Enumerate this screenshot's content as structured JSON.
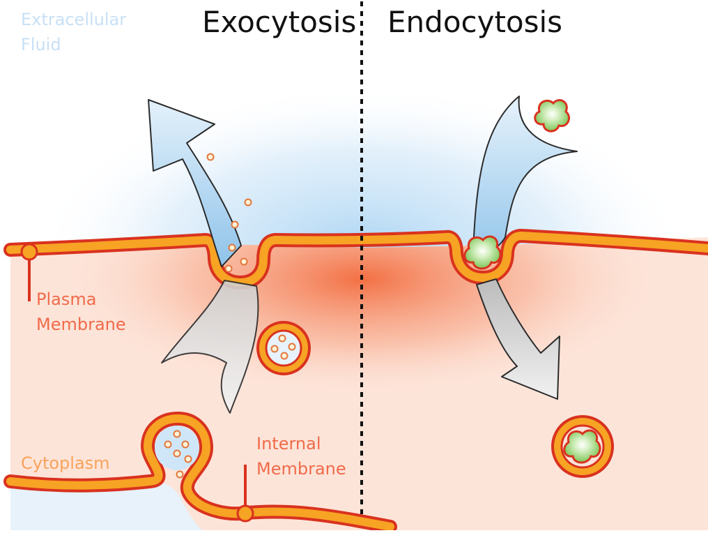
{
  "titles": {
    "left": "Exocytosis",
    "right": "Endocytosis"
  },
  "labels": {
    "extracellular": [
      "Extracellular",
      "Fluid"
    ],
    "plasma": [
      "Plasma",
      "Membrane"
    ],
    "cytoplasm": "Cytoplasm",
    "internal": [
      "Internal",
      "Membrane"
    ]
  },
  "colors": {
    "membrane_fill": "#f7a324",
    "membrane_edge": "#d9321f",
    "cytoplasm": "#fde4d9",
    "extracellular_glow": "#a8d3f3",
    "extracellular_label": "#c8e0f6",
    "cell_label": "#f06b4a",
    "cargo": "#8ed16a",
    "divider": "#111111"
  }
}
